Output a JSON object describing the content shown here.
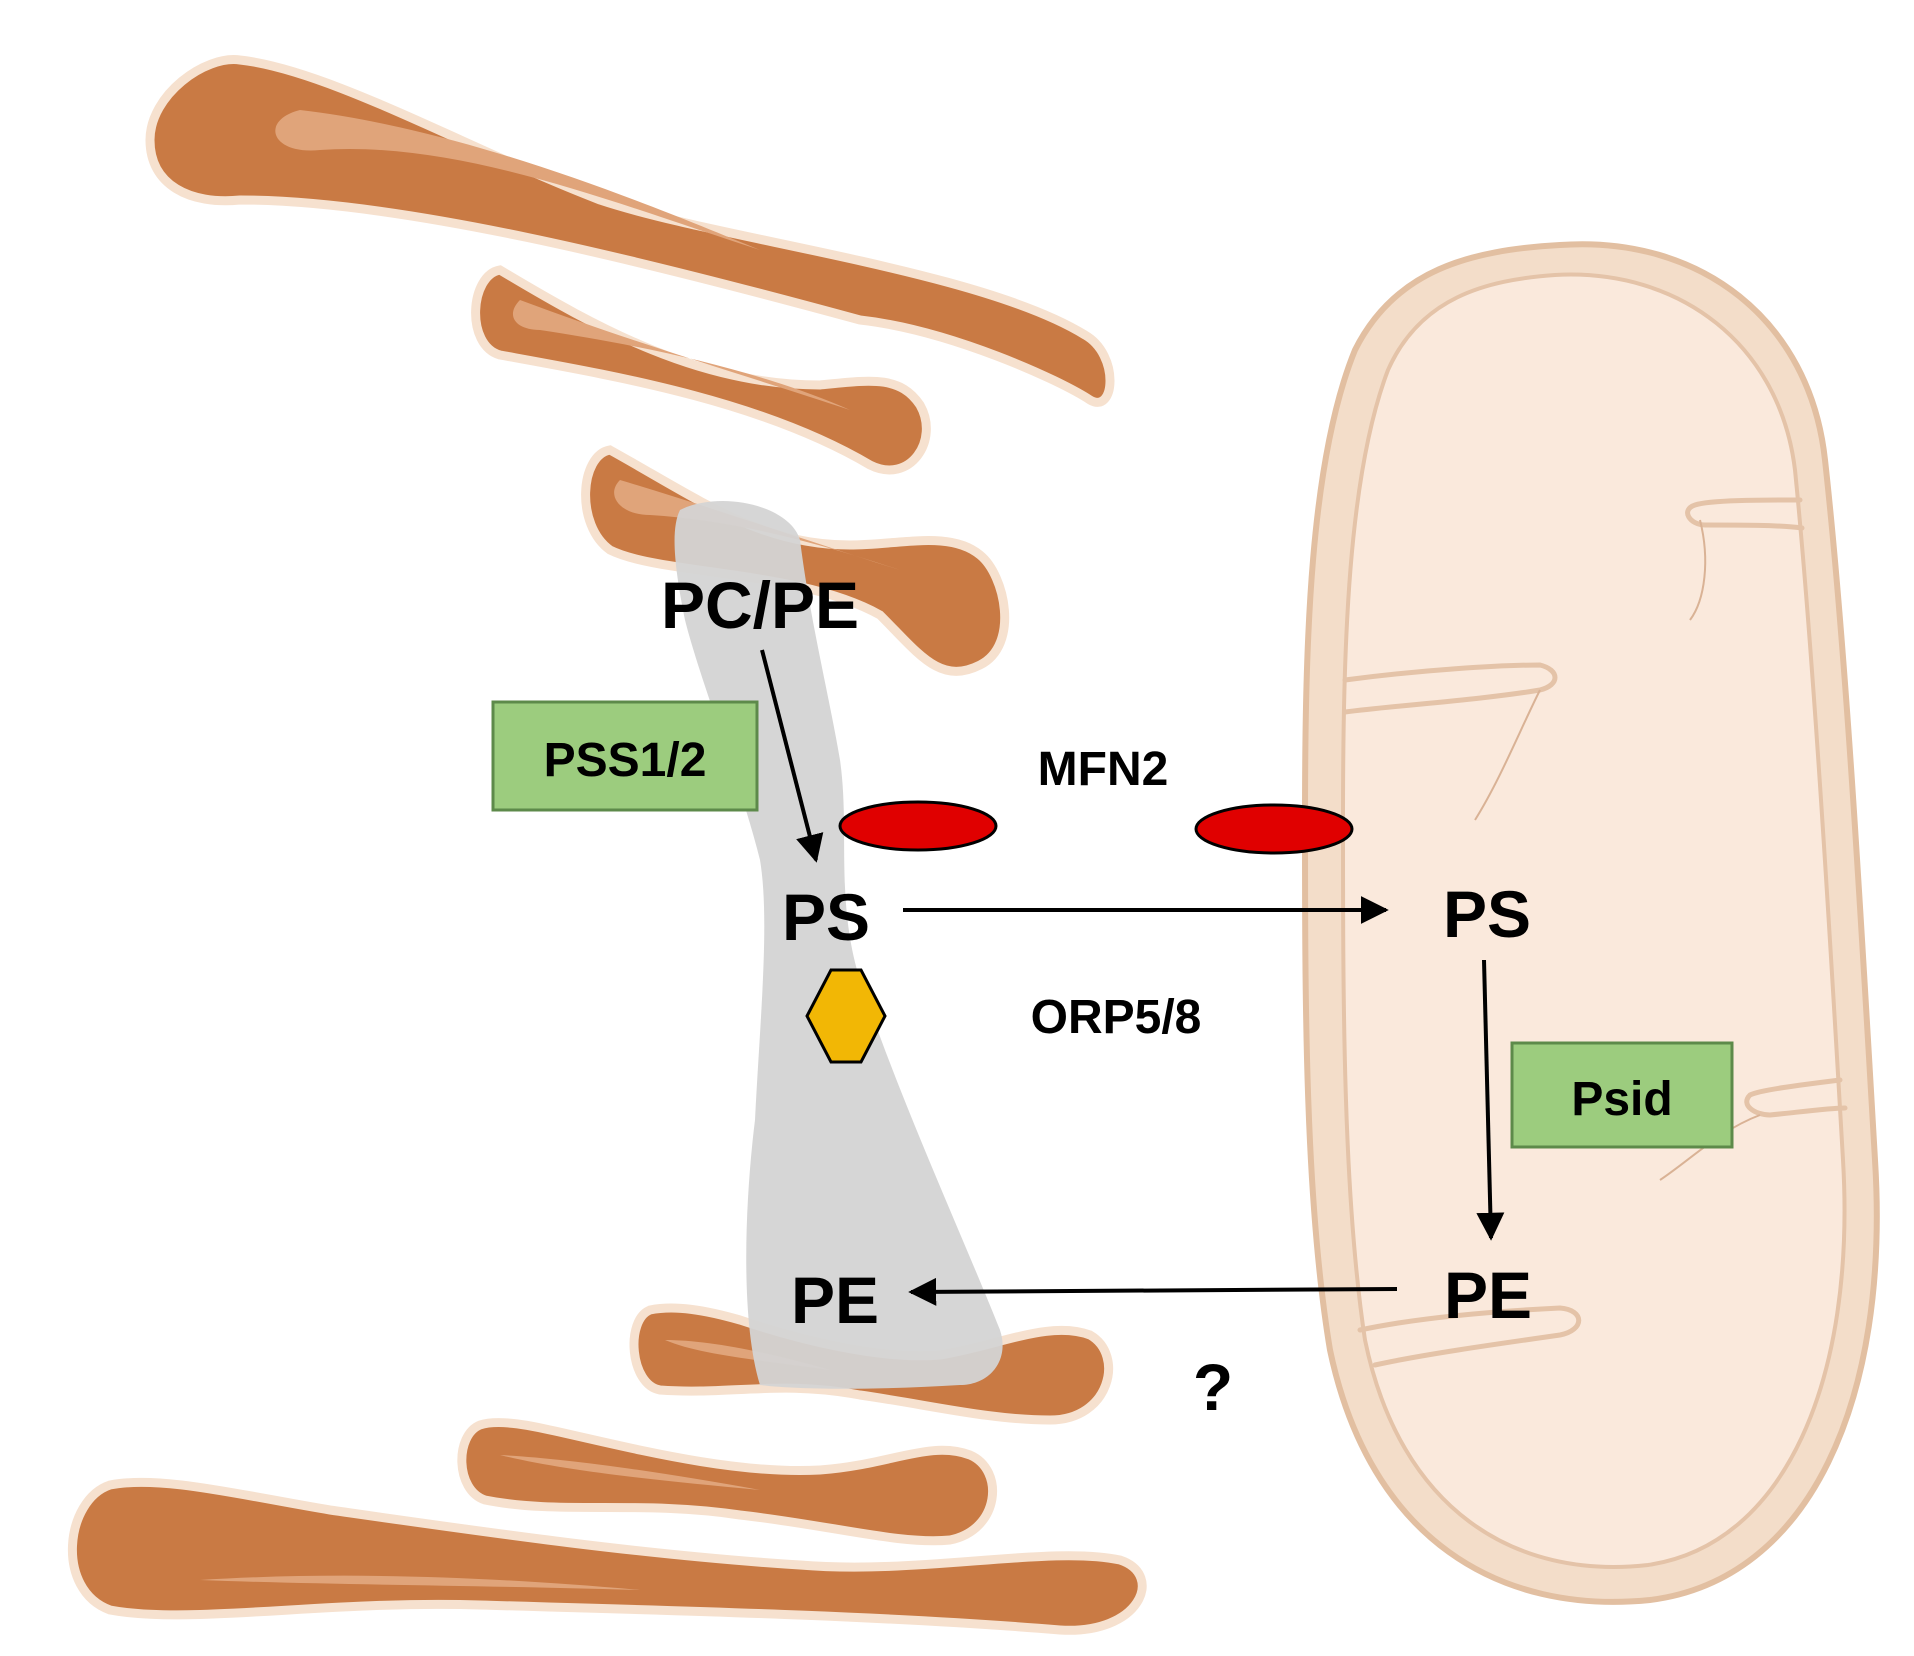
{
  "labels": {
    "er_source": "PC/PE",
    "er_ps": "PS",
    "er_pe": "PE",
    "mito_ps": "PS",
    "mito_pe": "PE",
    "tether": "MFN2",
    "transfer_protein": "ORP5/8",
    "unknown_return": "?"
  },
  "enzymes": {
    "er_enzyme": "PSS1/2",
    "mito_enzyme": "Psid"
  },
  "colors": {
    "er_fill": "#c97a44",
    "er_highlight": "#e0a47a",
    "er_outline": "#f6e1cf",
    "mam_zone": "#d4d4d4",
    "mito_outer": "#f3ddc9",
    "mito_outer_stroke": "#e2bfa1",
    "mito_matrix": "#fae9dc",
    "cristae_line": "#e4c3a8",
    "enzyme_box_fill": "#9ccc7e",
    "enzyme_box_stroke": "#5d8a4a",
    "mfn2_fill": "#e00000",
    "orp_fill": "#f2b705",
    "arrow": "#000000"
  }
}
